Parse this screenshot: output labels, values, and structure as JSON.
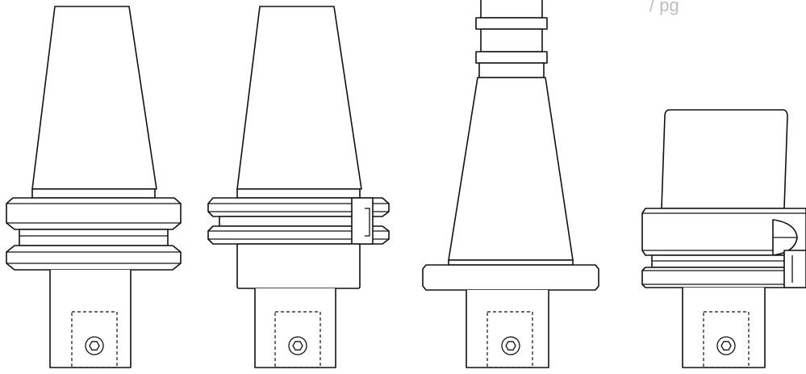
{
  "figure": {
    "partial_text": "/ pg",
    "line_color": "#111111",
    "fill_color": "#ffffff",
    "holders": [
      {
        "name": "steep-taper-holder"
      },
      {
        "name": "steep-taper-holder-with-slotted-flange"
      },
      {
        "name": "taper-holder-with-retention-knob"
      },
      {
        "name": "hollow-taper-shank-holder"
      }
    ]
  }
}
